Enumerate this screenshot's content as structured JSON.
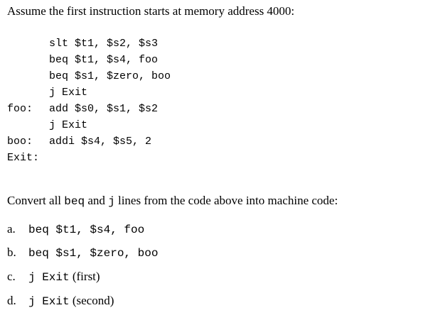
{
  "heading": "Assume the first instruction starts at memory address 4000:",
  "code": [
    {
      "label": "",
      "text": "slt $t1, $s2, $s3"
    },
    {
      "label": "",
      "text": "beq $t1, $s4, foo"
    },
    {
      "label": "",
      "text": "beq $s1, $zero, boo"
    },
    {
      "label": "",
      "text": "j Exit"
    },
    {
      "label": "foo:",
      "text": "add $s0, $s1, $s2"
    },
    {
      "label": "",
      "text": "j Exit"
    },
    {
      "label": "boo:",
      "text": "addi $s4, $s5, 2"
    },
    {
      "label": "Exit:",
      "text": ""
    }
  ],
  "question": {
    "pre": "Convert all ",
    "beq": "beq",
    "mid1": " and ",
    "j": "j",
    "post": " lines from the code above into machine code:"
  },
  "items": [
    {
      "letter": "a.",
      "code": "beq $t1, $s4, foo",
      "note": ""
    },
    {
      "letter": "b.",
      "code": "beq $s1, $zero, boo",
      "note": ""
    },
    {
      "letter": "c.",
      "code": "j Exit",
      "note": " (first)"
    },
    {
      "letter": "d.",
      "code": "j Exit",
      "note": " (second)"
    }
  ]
}
